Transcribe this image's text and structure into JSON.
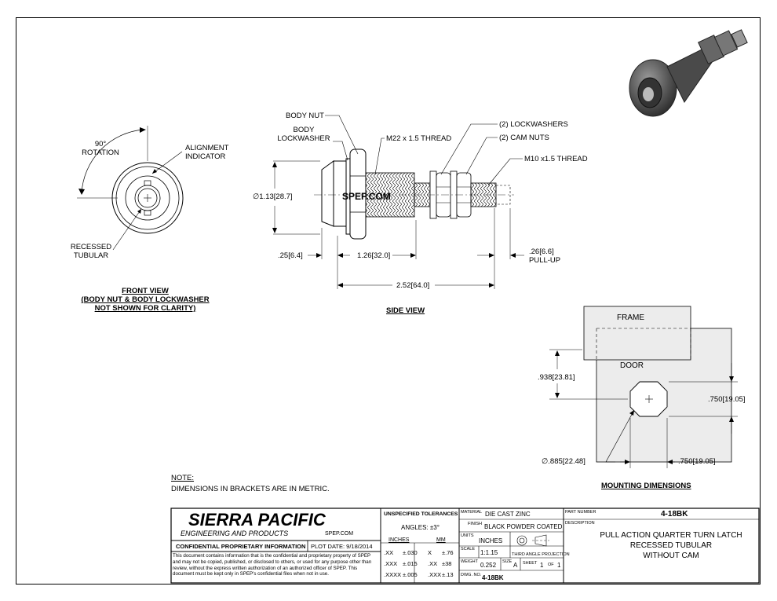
{
  "front_view": {
    "rotation_label_1": "90°",
    "rotation_label_2": "ROTATION",
    "alignment_1": "ALIGNMENT",
    "alignment_2": "INDICATOR",
    "recessed_1": "RECESSED",
    "recessed_2": "TUBULAR",
    "title": "FRONT VIEW",
    "subtitle_1": "(BODY NUT & BODY LOCKWASHER",
    "subtitle_2": "NOT SHOWN FOR CLARITY)"
  },
  "side_view": {
    "body_nut": "BODY NUT",
    "body_lockwasher_1": "BODY",
    "body_lockwasher_2": "LOCKWASHER",
    "thread_m22": "M22 x 1.5 THREAD",
    "lockwashers": "(2) LOCKWASHERS",
    "cam_nuts": "(2) CAM NUTS",
    "thread_m10": "M10 x1.5 THREAD",
    "dia": "∅1.13",
    "dia_mm": "28.7",
    "dim_25": ".25",
    "dim_25_mm": "6.4",
    "dim_126": "1.26",
    "dim_126_mm": "32.0",
    "dim_252": "2.52",
    "dim_252_mm": "64.0",
    "dim_26": ".26",
    "dim_26_mm": "6.6",
    "pull_up": "PULL-UP",
    "brand_text": "SPEP.COM",
    "title": "SIDE VIEW"
  },
  "mounting": {
    "frame": "FRAME",
    "door": "DOOR",
    "dim_938": ".938",
    "dim_938_mm": "23.81",
    "dim_750a": ".750",
    "dim_750a_mm": "19.05",
    "dim_885": "∅.885",
    "dim_885_mm": "22.48",
    "dim_750b": ".750",
    "dim_750b_mm": "19.05",
    "title": "MOUNTING DIMENSIONS"
  },
  "note": {
    "title": "NOTE:",
    "text": "DIMENSIONS IN BRACKETS ARE IN METRIC."
  },
  "title_block": {
    "company": "SIERRA PACIFIC",
    "company_sub": "ENGINEERING AND PRODUCTS",
    "website": "SPEP.COM",
    "confidential": "CONFIDENTIAL PROPRIETARY INFORMATION",
    "plot_date": "PLOT DATE:  9/18/2014",
    "disclaimer": "This document contains information that is the confidential and proprietary property of SPEP and may not be copied, published, or disclosed to others, or used for any purpose other than review, without the express written authorization of an authorized officer of SPEP. This document must be kept only in SPEP's confidential files when not in use.",
    "tol_title": "UNSPECIFIED TOLERANCES",
    "angles": "ANGLES:  ±3°",
    "inches_hdr": "INCHES",
    "mm_hdr": "MM",
    "tol_rows": [
      {
        "a": ".XX",
        "b": "±.030",
        "c": "X",
        "d": "±.76"
      },
      {
        "a": ".XXX",
        "b": "±.015",
        "c": ".XX",
        "d": "±38"
      },
      {
        "a": ".XXXX",
        "b": "±.005",
        "c": ".XXX",
        "d": "±.13"
      }
    ],
    "material_lbl": "MATERIAL",
    "material": "DIE CAST ZINC",
    "finish_lbl": "FINISH",
    "finish": "BLACK POWDER COATED",
    "units_lbl": "UNITS",
    "units": "INCHES",
    "scale_lbl": "SCALE",
    "scale": "1:1.15",
    "projection": "THIRD ANGLE PROJECTION",
    "weight_lbl": "WEIGHT",
    "weight": "0.252",
    "size_lbl": "SIZE",
    "size": "A",
    "sheet_lbl": "SHEET",
    "sheet": "1",
    "of_lbl": "OF",
    "of": "1",
    "dwg_lbl": "DWG. NO.",
    "dwg": "4-18BK",
    "part_lbl": "PART NUMBER",
    "part": "4-18BK",
    "desc_lbl": "DESCRIPTION",
    "desc_1": "PULL ACTION QUARTER TURN LATCH",
    "desc_2": "RECESSED TUBULAR",
    "desc_3": "WITHOUT CAM"
  }
}
